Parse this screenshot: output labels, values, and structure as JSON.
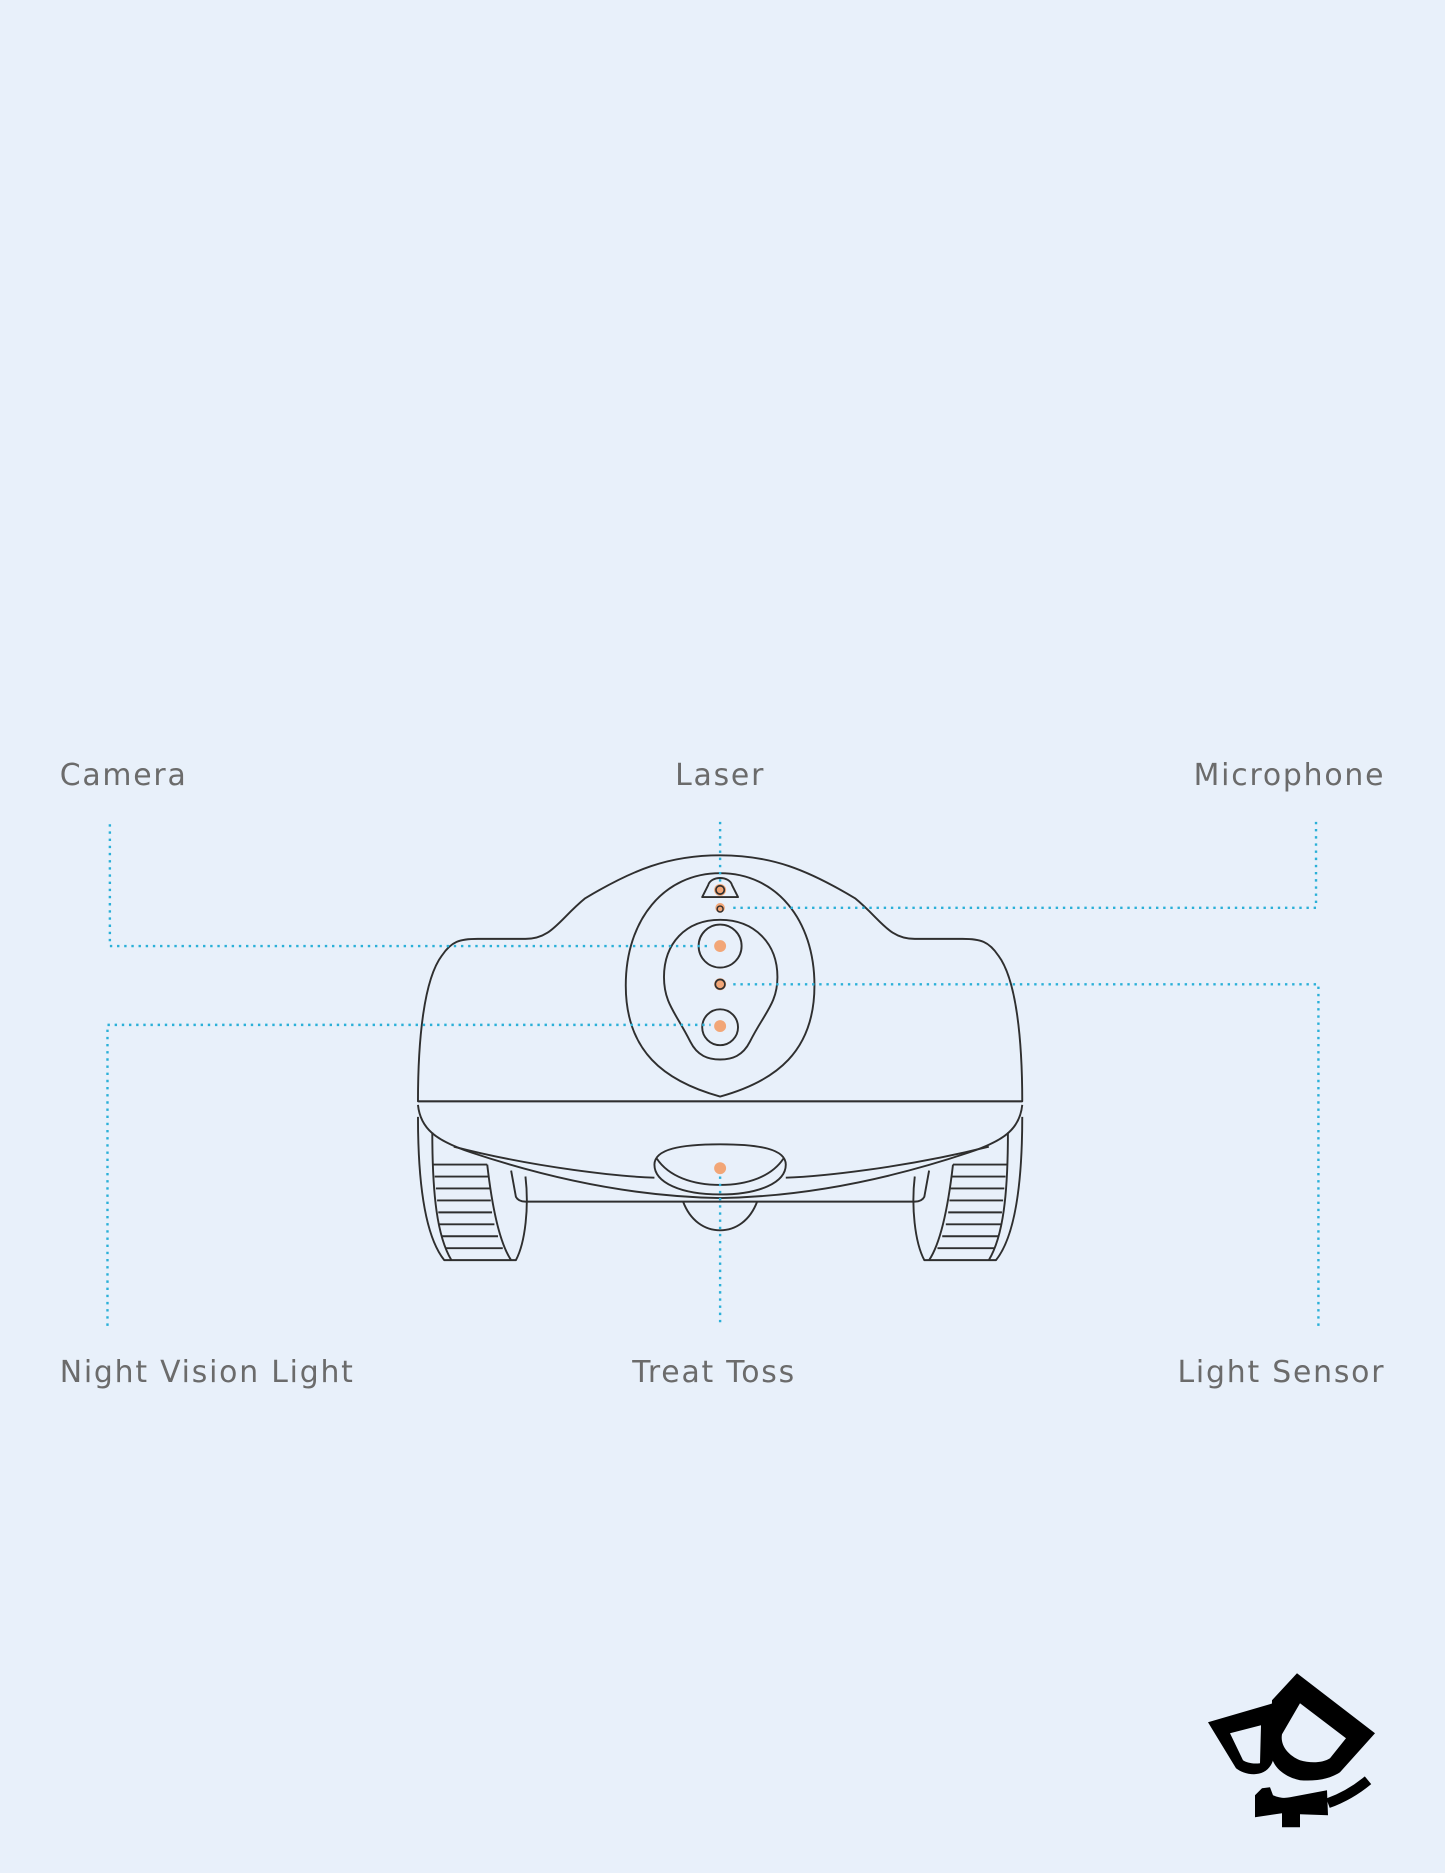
{
  "labels": {
    "camera": "Camera",
    "laser": "Laser",
    "microphone": "Microphone",
    "night_vision_light": "Night Vision Light",
    "treat_toss": "Treat Toss",
    "light_sensor": "Light Sensor"
  },
  "colors": {
    "background": "#e8f0fa",
    "leader_line": "#2bb0d8",
    "component_dot": "#f2a677",
    "outline": "#2f2f2f",
    "label_text": "#6b6b6b",
    "logo": "#000000"
  },
  "logo": {
    "icon": "petcube-style-logo-icon"
  }
}
